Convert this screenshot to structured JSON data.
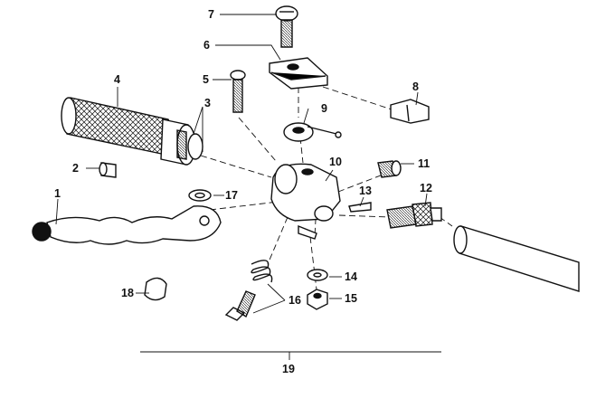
{
  "diagram": {
    "callouts": [
      {
        "id": "1",
        "text": "1"
      },
      {
        "id": "2",
        "text": "2"
      },
      {
        "id": "3",
        "text": "3"
      },
      {
        "id": "4",
        "text": "4"
      },
      {
        "id": "5",
        "text": "5"
      },
      {
        "id": "6",
        "text": "6"
      },
      {
        "id": "7",
        "text": "7"
      },
      {
        "id": "8",
        "text": "8"
      },
      {
        "id": "9",
        "text": "9"
      },
      {
        "id": "10",
        "text": "10"
      },
      {
        "id": "11",
        "text": "11"
      },
      {
        "id": "12",
        "text": "12"
      },
      {
        "id": "13",
        "text": "13"
      },
      {
        "id": "14",
        "text": "14"
      },
      {
        "id": "15",
        "text": "15"
      },
      {
        "id": "16",
        "text": "16"
      },
      {
        "id": "17",
        "text": "17"
      },
      {
        "id": "18",
        "text": "18"
      },
      {
        "id": "19",
        "text": "19"
      }
    ],
    "colors": {
      "ink": "#111111",
      "paper": "#ffffff"
    }
  }
}
